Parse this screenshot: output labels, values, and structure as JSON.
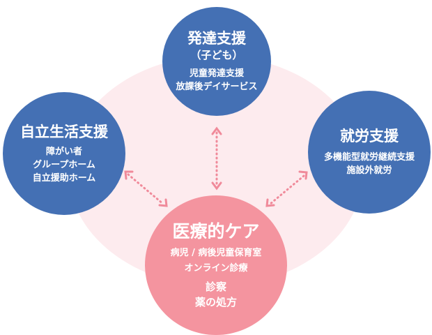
{
  "nodes": {
    "development": {
      "title": "発達支援",
      "subtitle": "（子ども）",
      "items": [
        "児童発達支援",
        "放課後デイサービス"
      ]
    },
    "independent": {
      "title": "自立生活支援",
      "items": [
        "障がい者",
        "グループホーム",
        "自立援助ホーム"
      ]
    },
    "employment": {
      "title": "就労支援",
      "items": [
        "多機能型就労継続支援",
        "施設外就労"
      ]
    },
    "medical": {
      "title": "医療的ケア",
      "items": [
        "病児 / 病後児童保育室",
        "オンライン診療"
      ],
      "items2": [
        "診察",
        "薬の処方"
      ]
    }
  },
  "colors": {
    "blue": "#4470b4",
    "pink": "#f4949f",
    "background": "#fdebee",
    "arrow": "#f08a9a"
  }
}
